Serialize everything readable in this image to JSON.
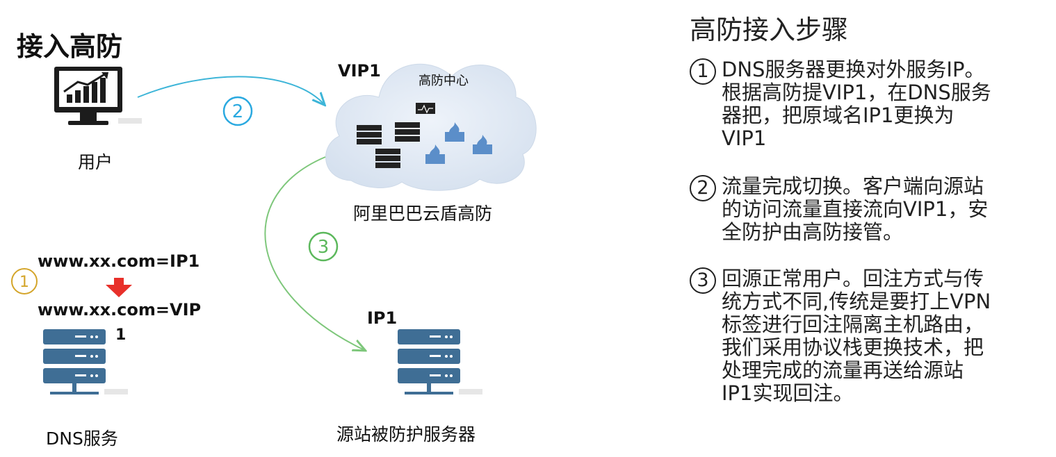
{
  "diagram": {
    "title": "接入高防",
    "user": {
      "label": "用户"
    },
    "cloud": {
      "vip_label": "VIP1",
      "center_label": "高防中心",
      "caption": "阿里巴巴云盾高防"
    },
    "dns": {
      "record_before": "www.xx.com=IP1",
      "record_after": "www.xx.com=VIP",
      "record_after_suffix": "1",
      "label": "DNS服务"
    },
    "origin": {
      "ip_label": "IP1",
      "label": "源站被防护服务器"
    },
    "markers": [
      {
        "num": "①",
        "color": "#d4a52a"
      },
      {
        "num": "②",
        "color": "#2aa9e0"
      },
      {
        "num": "③",
        "color": "#5cb85c"
      }
    ],
    "colors": {
      "arrow_blue": "#3db5d8",
      "arrow_green": "#7ec77b",
      "down_arrow": "#e8302a",
      "server": "#3f6e95"
    }
  },
  "steps": {
    "title": "高防接入步骤",
    "items": [
      {
        "num": "1",
        "text": "DNS服务器更换对外服务IP。\n根据高防提VIP1，在DNS服务\n器把，把原域名IP1更换为\nVIP1"
      },
      {
        "num": "2",
        "text": "流量完成切换。客户端向源站\n的访问流量直接流向VIP1，安\n全防护由高防接管。"
      },
      {
        "num": "3",
        "text": "回源正常用户。回注方式与传\n统方式不同,传统是要打上VPN\n标签进行回注隔离主机路由，\n我们采用协议栈更换技术，把\n处理完成的流量再送给源站\nIP1实现回注。"
      }
    ]
  }
}
